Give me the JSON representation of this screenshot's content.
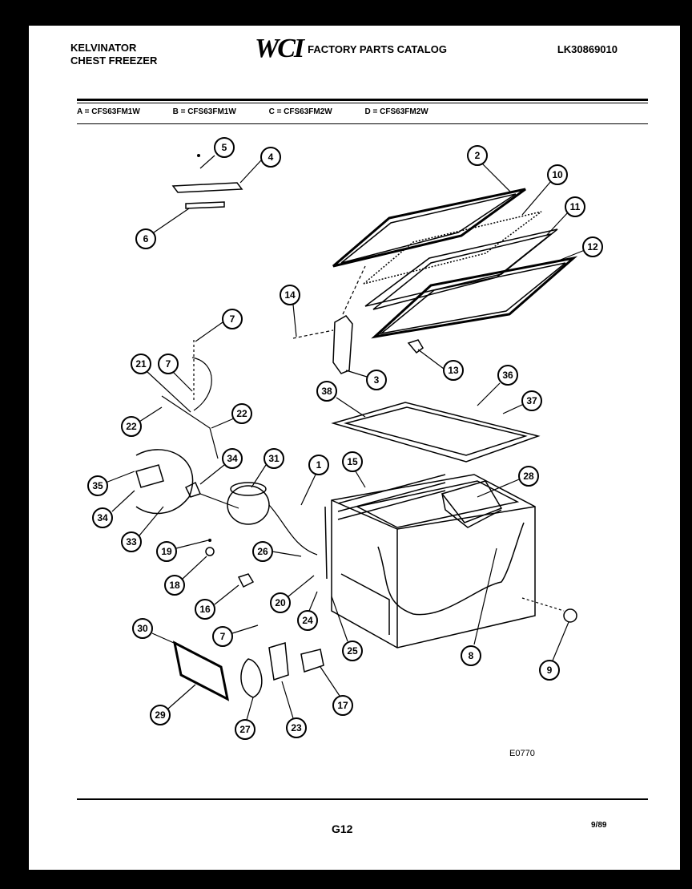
{
  "header": {
    "brand_line1": "KELVINATOR",
    "brand_line2": "CHEST FREEZER",
    "logo": "WCI",
    "catalog_title": "FACTORY PARTS CATALOG",
    "doc_number": "LK30869010"
  },
  "models": [
    "A = CFS63FM1W",
    "B = CFS63FM1W",
    "C = CFS63FM2W",
    "D = CFS63FM2W"
  ],
  "callouts": [
    "5",
    "4",
    "6",
    "2",
    "10",
    "11",
    "12",
    "14",
    "7",
    "21",
    "7",
    "3",
    "13",
    "22",
    "22",
    "36",
    "37",
    "38",
    "35",
    "34",
    "31",
    "1",
    "15",
    "28",
    "34",
    "33",
    "19",
    "26",
    "18",
    "20",
    "24",
    "25",
    "16",
    "8",
    "9",
    "30",
    "7",
    "17",
    "29",
    "27",
    "23"
  ],
  "footer": {
    "figure_code": "E0770",
    "page_id": "G12",
    "date": "9/89"
  }
}
